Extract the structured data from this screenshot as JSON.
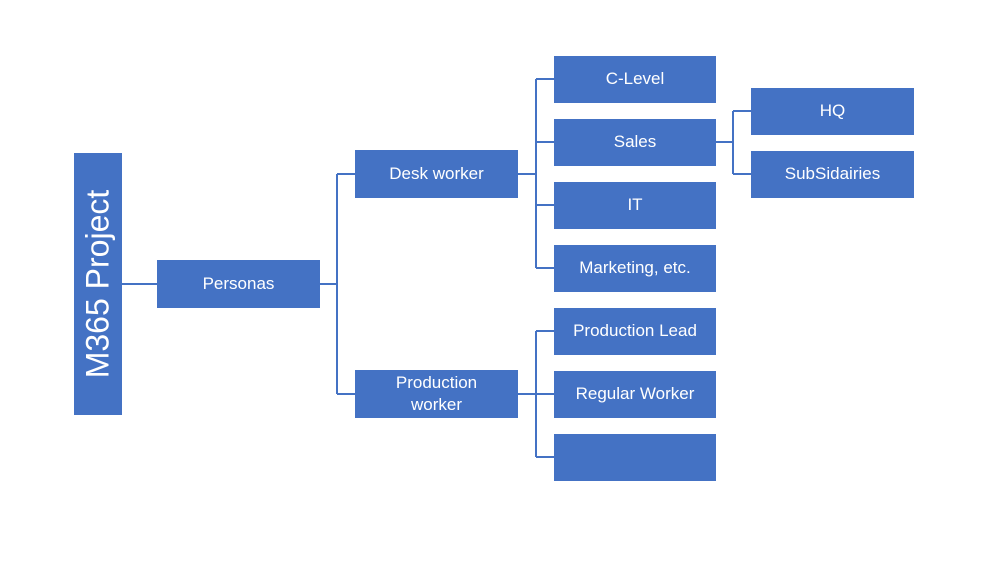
{
  "diagram": {
    "root": "M365 Project",
    "level1": "Personas",
    "desk_worker": "Desk worker",
    "production_worker": "Production\nworker",
    "desk_children": [
      "C-Level",
      "Sales",
      "IT",
      "Marketing, etc."
    ],
    "sales_children": [
      "HQ",
      "SubSidairies"
    ],
    "production_children": [
      "Production Lead",
      "Regular Worker",
      ""
    ]
  },
  "colors": {
    "box_fill": "#4472c4",
    "connector": "#4472c4",
    "text": "#ffffff"
  }
}
